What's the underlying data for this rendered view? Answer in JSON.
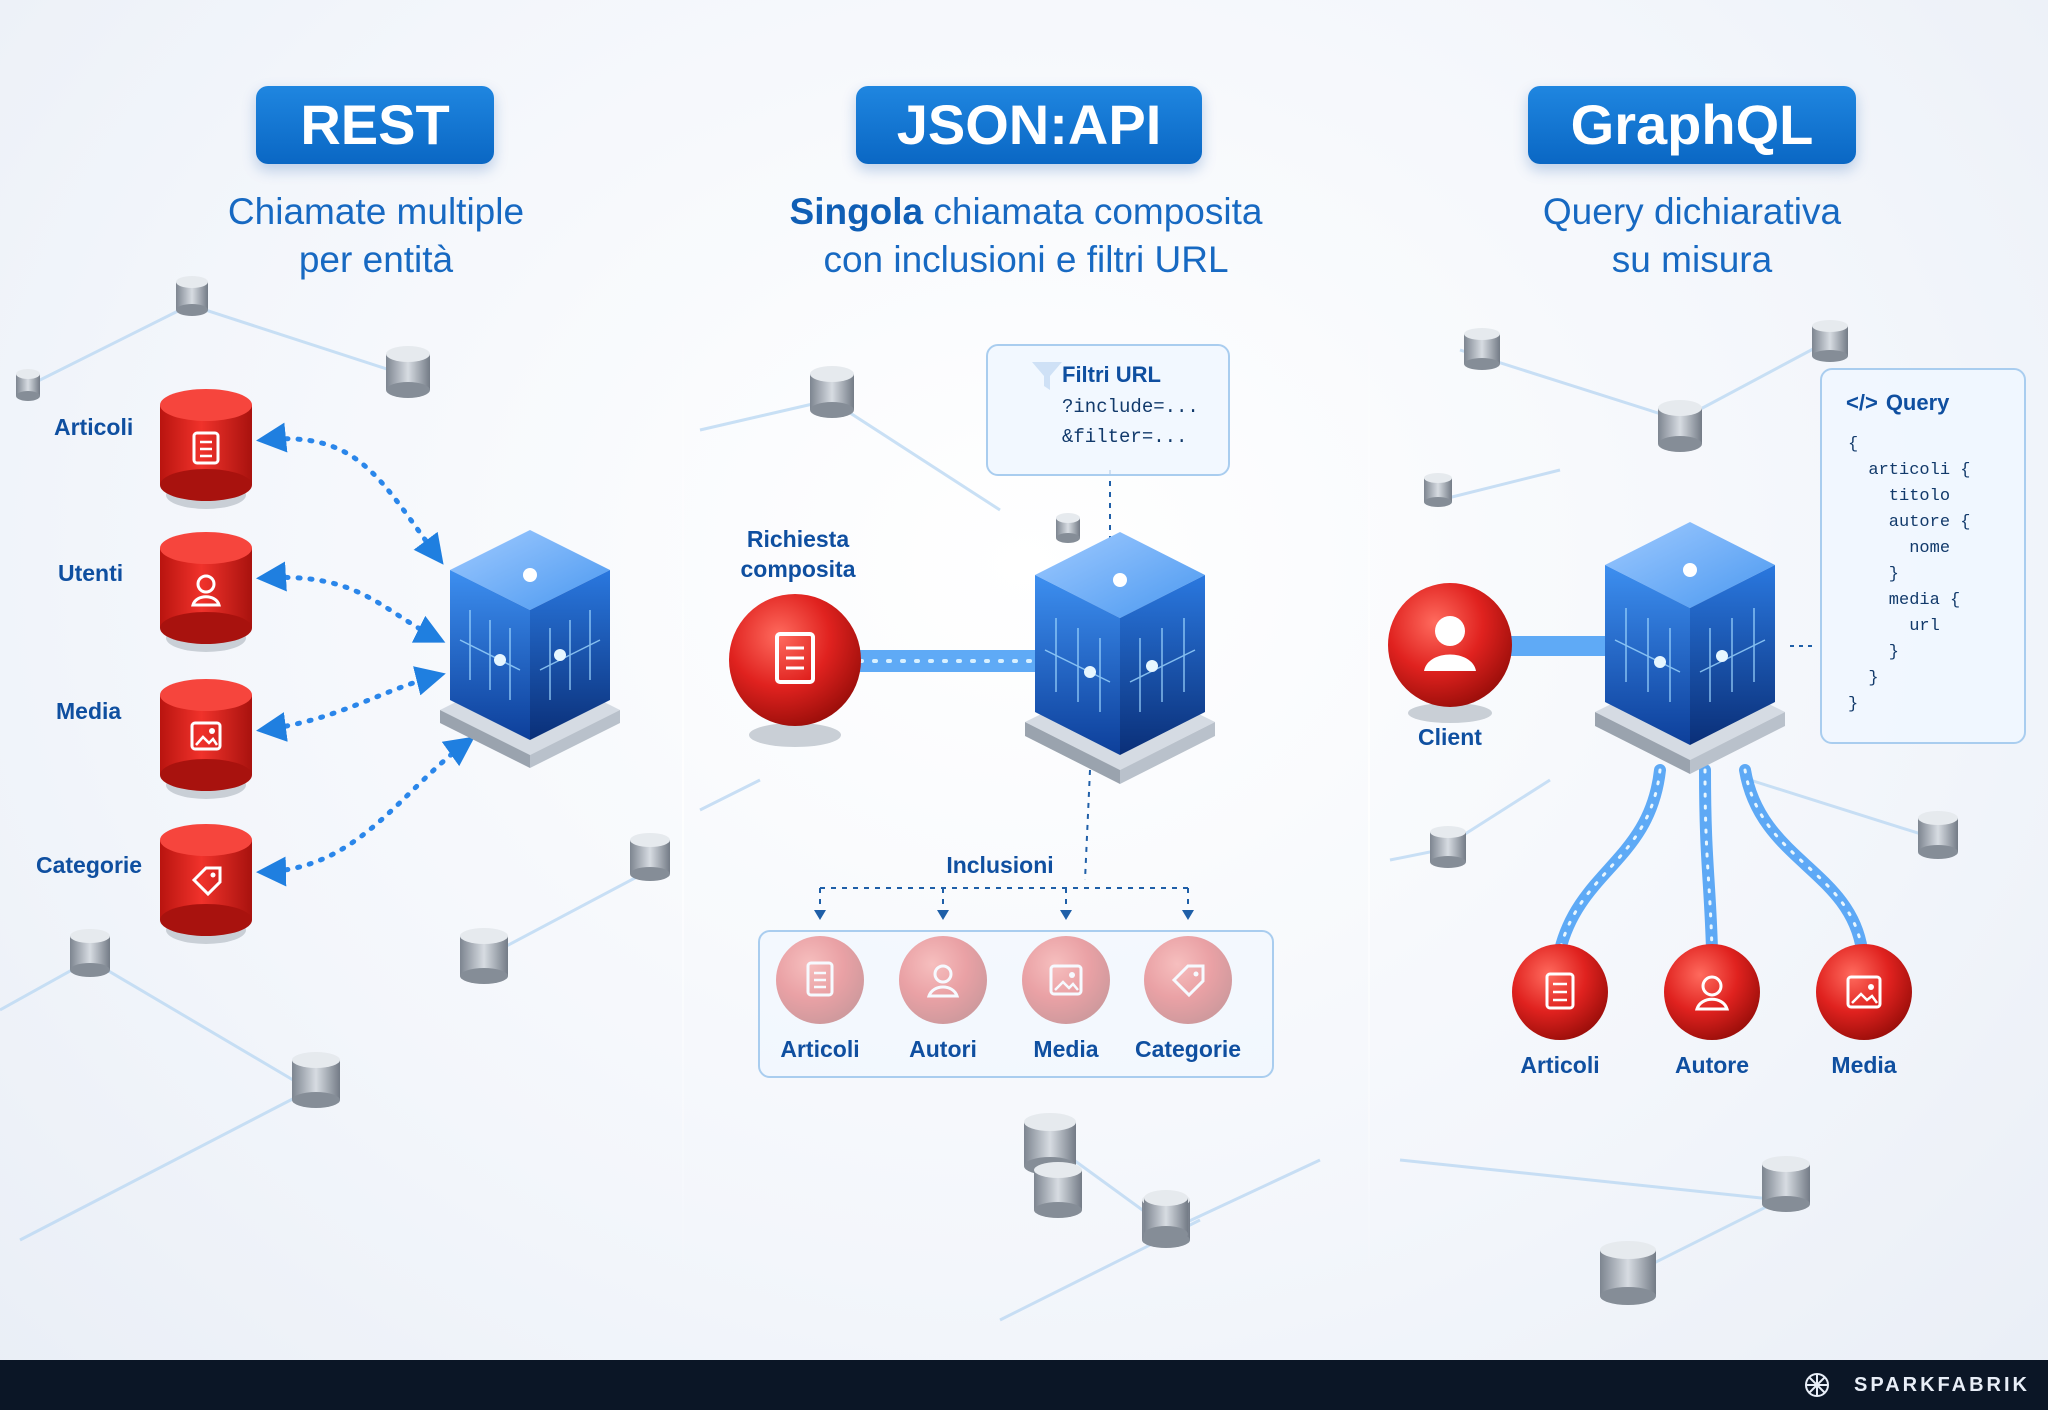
{
  "rest": {
    "title": "REST",
    "subtitle_line1": "Chiamate multiple",
    "subtitle_line2": "per entità",
    "entities": [
      "Articoli",
      "Utenti",
      "Media",
      "Categorie"
    ]
  },
  "jsonapi": {
    "title": "JSON:API",
    "subtitle_bold": "Singola",
    "subtitle_rest_line1": " chiamata composita",
    "subtitle_line2": "con inclusioni e filtri URL",
    "request_label_line1": "Richiesta",
    "request_label_line2": "composita",
    "filter_title": "Filtri URL",
    "filter_lines": [
      "?include=...",
      "&filter=..."
    ],
    "inclusions_label": "Inclusioni",
    "inclusions": [
      "Articoli",
      "Autori",
      "Media",
      "Categorie"
    ]
  },
  "graphql": {
    "title": "GraphQL",
    "subtitle_line1": "Query dichiarativa",
    "subtitle_line2": "su misura",
    "client_label": "Client",
    "query_title": "Query",
    "query_icon": "</>",
    "query_lines": [
      "{",
      "  articoli {",
      "    titolo",
      "    autore {",
      "      nome",
      "    }",
      "    media {",
      "      url",
      "    }",
      "  }",
      "}"
    ],
    "outputs": [
      "Articoli",
      "Autore",
      "Media"
    ]
  },
  "footer": {
    "brand": "SPARKFABRIK"
  },
  "colors": {
    "accent_blue": "#0a67c4",
    "entity_red": "#e0221f",
    "footer_bg": "#0b1626"
  },
  "icons": [
    "document-icon",
    "user-icon",
    "image-icon",
    "tag-icon",
    "filter-icon",
    "code-icon",
    "server-cube-icon",
    "database-node-icon",
    "sparkfabrik-logo-icon"
  ]
}
